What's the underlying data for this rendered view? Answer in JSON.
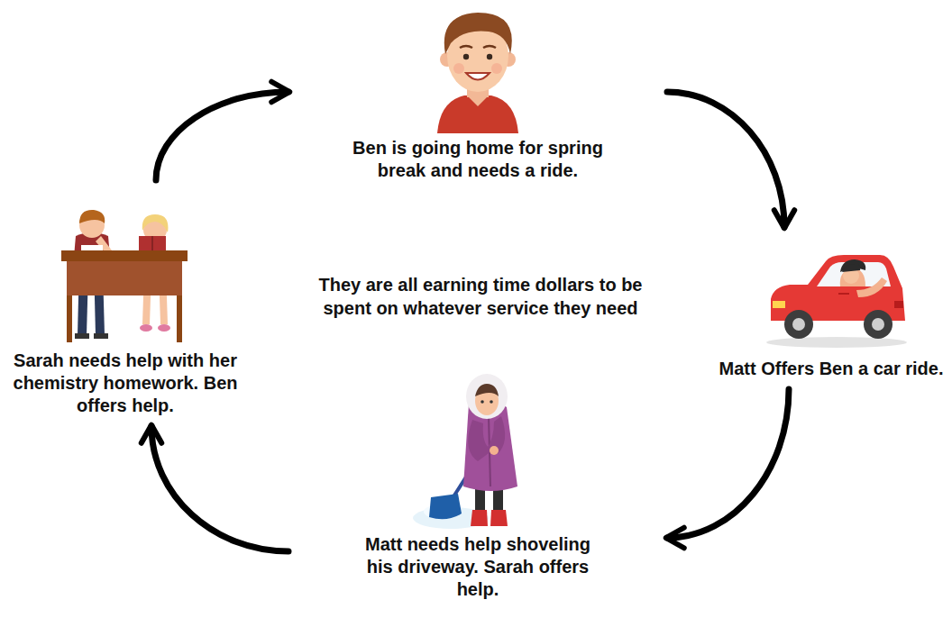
{
  "diagram": {
    "nodes": [
      {
        "text": [
          "Ben is going home for spring break and needs a ride."
        ]
      },
      {
        "text": [
          "Matt Offers Ben a car ride."
        ]
      },
      {
        "text": [
          "Matt needs help shoveling his driveway. Sarah offers help."
        ]
      },
      {
        "text": [
          "Sarah needs help with her chemistry homework. Ben offers help."
        ]
      }
    ],
    "edges": [
      {
        "from": 0,
        "to": 1,
        "arrow": "to"
      },
      {
        "from": 1,
        "to": 2,
        "arrow": "to"
      },
      {
        "from": 2,
        "to": 3,
        "arrow": "to"
      },
      {
        "from": 3,
        "to": 0,
        "arrow": "to"
      }
    ],
    "labels": [
      "They are all earning time dollars to be spent on whatever service they need"
    ]
  }
}
